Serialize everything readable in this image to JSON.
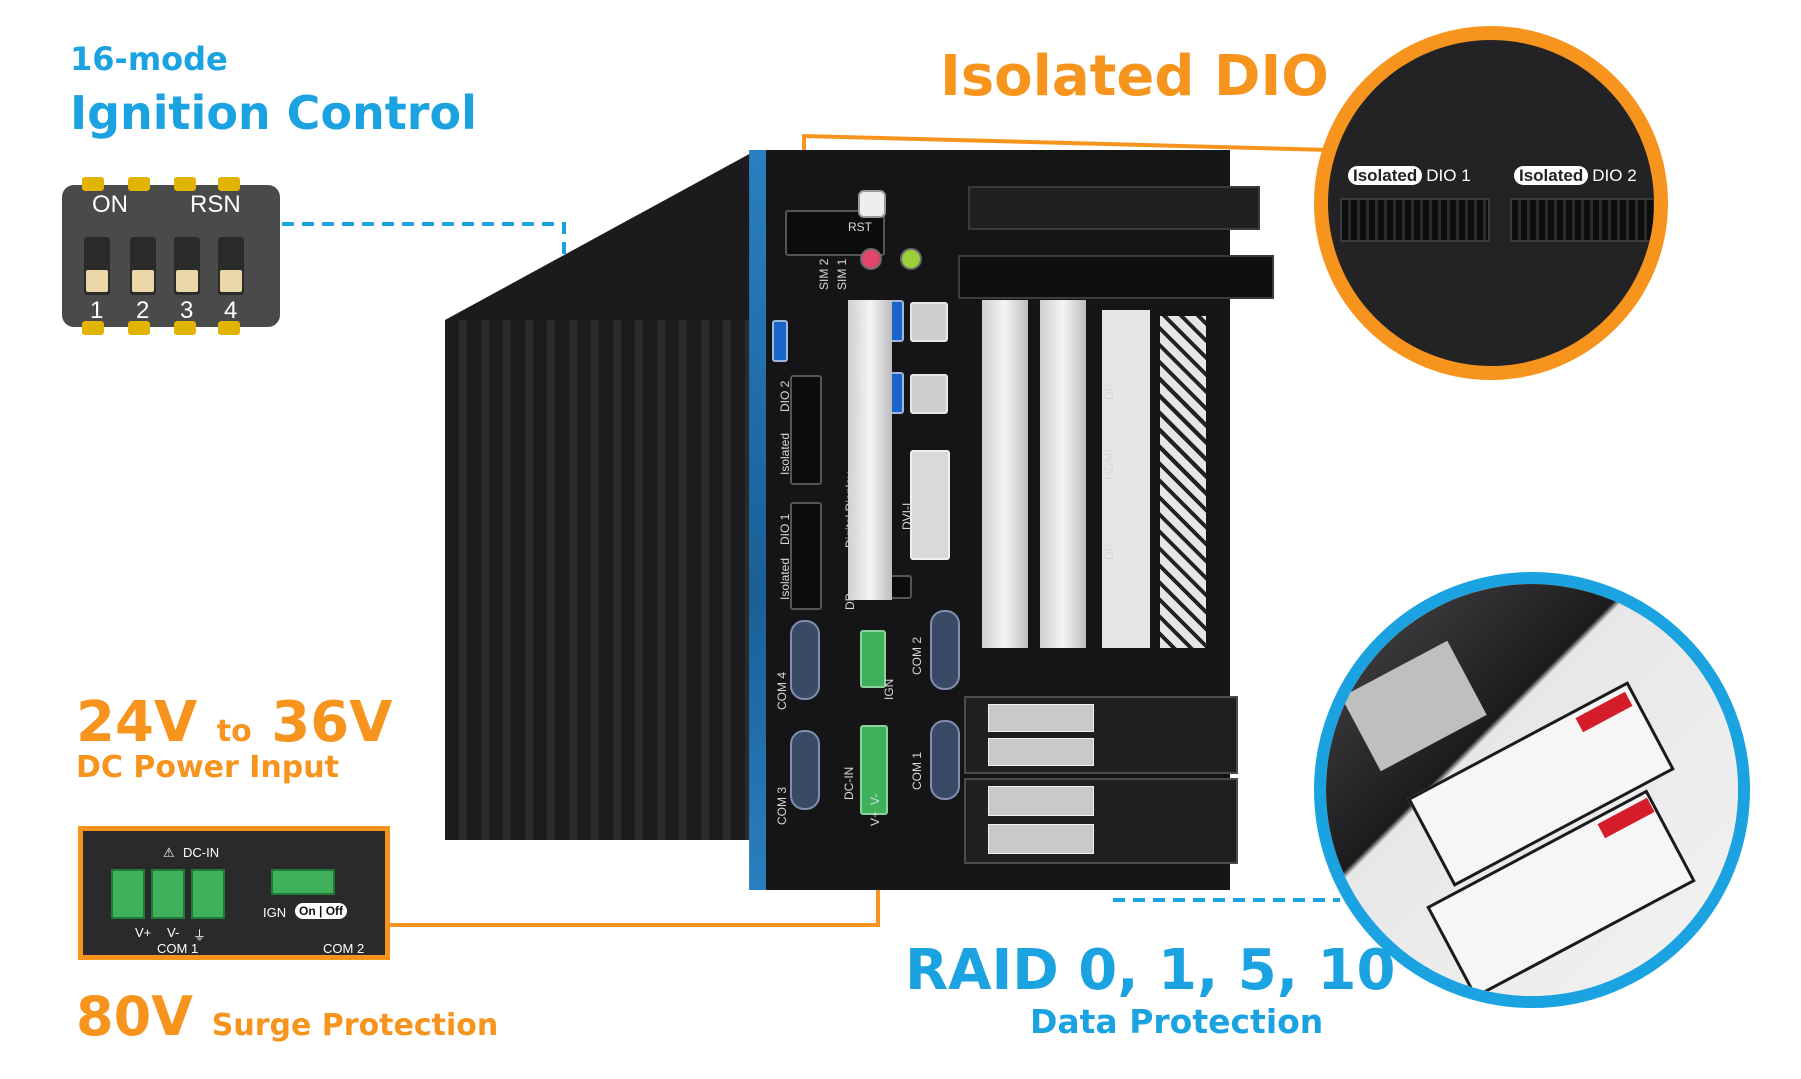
{
  "ignition": {
    "mode_text": "16-mode",
    "title": "Ignition Control",
    "dip": {
      "on_label": "ON",
      "rsn_label": "RSN",
      "numbers": [
        "1",
        "2",
        "3",
        "4"
      ]
    }
  },
  "dio": {
    "title": "Isolated DIO",
    "inset": {
      "pill": "Isolated",
      "dio1": "DIO 1",
      "dio2": "DIO 2"
    }
  },
  "power": {
    "v_low": "24V",
    "to": "to",
    "v_high": "36V",
    "subtitle": "DC Power Input",
    "inset": {
      "dc_in": "DC-IN",
      "v_plus": "V+",
      "v_minus": "V-",
      "gnd": "⏚",
      "com1": "COM 1",
      "com2": "COM 2",
      "ign": "IGN",
      "on": "On",
      "off": "Off"
    }
  },
  "surge": {
    "value": "80V",
    "label": "Surge Protection"
  },
  "raid": {
    "title": "RAID 0, 1, 5, 10",
    "subtitle": "Data Protection"
  },
  "panel_labels": {
    "rst": "RST",
    "sim2": "SIM 2",
    "sim1": "SIM 1",
    "lan2": "LAN 2",
    "lan1": "LAN 1",
    "dio2": "DIO 2",
    "dio1": "DIO 1",
    "isolated": "Isolated",
    "digital_display": "Digital Display",
    "dvi": "DVI-I",
    "dp": "DP",
    "hdmi": "HDMI",
    "com1": "COM 1",
    "com2": "COM 2",
    "com3": "COM 3",
    "com4": "COM 4",
    "ign": "IGN",
    "on": "On",
    "off": "Off",
    "dc_in": "DC-IN",
    "v_plus": "V+",
    "v_minus": "V-"
  },
  "colors": {
    "blue_accent": "#1aa3e0",
    "orange_accent": "#f7941d",
    "chassis": "#151517"
  }
}
